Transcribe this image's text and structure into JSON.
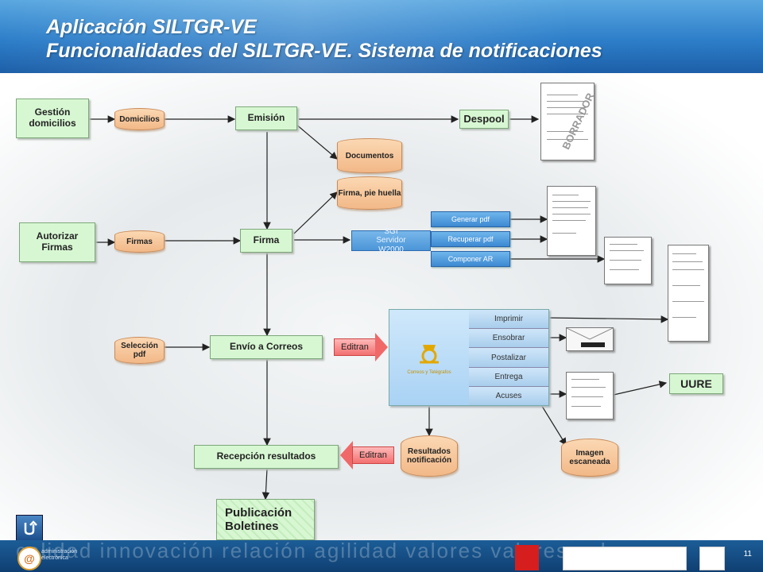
{
  "header": {
    "title_line1": "Aplicación SILTGR-VE",
    "title_line2": "Funcionalidades del SILTGR-VE. Sistema de notificaciones"
  },
  "processes": {
    "gestion_domicilios": "Gestión domicilios",
    "autorizar_firmas": "Autorizar Firmas",
    "emision": "Emisión",
    "firma": "Firma",
    "despool": "Despool",
    "envio_correos": "Envío a Correos",
    "recepcion_resultados": "Recepción resultados",
    "publicacion_boletines": "Publicación Boletines",
    "uure": "UURE"
  },
  "data_stores": {
    "domicilios": "Domicilios",
    "firmas": "Firmas",
    "seleccion_pdf": "Selección pdf",
    "documentos": "Documentos",
    "firma_pie_huella": "Firma, pie huella",
    "resultados_notificacion": "Resultados notificación",
    "imagen_escaneada": "Imagen escaneada"
  },
  "server": {
    "line1": "SGI",
    "line2": "Servidor",
    "line3": "W2000"
  },
  "pdf_actions": [
    "Generar pdf",
    "Recuperar pdf",
    "Componer AR"
  ],
  "editran": {
    "top": "Editran",
    "bottom": "Editran"
  },
  "correos": {
    "logo_text": "Correos y Telégrafos",
    "operations": [
      "Imprimir",
      "Ensobrar",
      "Postalizar",
      "Entrega",
      "Acuses"
    ]
  },
  "borrador_stamp": "BORRADOR",
  "footer": {
    "page_number": "11",
    "watermark": "calidad innovación relación agilidad valores valores valores",
    "ae_line1": "administración",
    "ae_line2": "electrónica"
  },
  "colors": {
    "header_blue": "#2d7ec9",
    "process_green": "#d7f7d2",
    "store_orange": "#f2b887",
    "action_blue": "#3d89d2",
    "editran_red": "#f26f6f"
  }
}
